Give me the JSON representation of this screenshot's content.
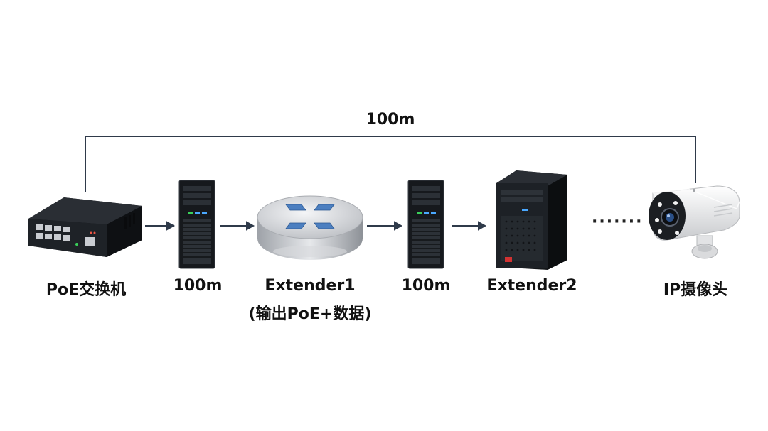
{
  "top_link": {
    "label": "100m"
  },
  "devices": [
    {
      "label": "PoE交换机",
      "icon": "poe-switch-icon"
    },
    {
      "label": "100m",
      "icon": "server-tower-icon"
    },
    {
      "label": "Extender1",
      "sublabel": "(输出PoE+数据)",
      "icon": "extender-disc-icon"
    },
    {
      "label": "100m",
      "icon": "server-tower-icon"
    },
    {
      "label": "Extender2",
      "icon": "pc-tower-icon"
    },
    {
      "label": "IP摄像头",
      "icon": "ip-camera-icon"
    }
  ],
  "ellipsis": "·······",
  "colors": {
    "line": "#2f3a4a",
    "device_dark": "#1c1f24",
    "extender_silver": "#c8cbd0",
    "extender_accent": "#4c7fc0",
    "camera_body": "#f2f3f4"
  }
}
